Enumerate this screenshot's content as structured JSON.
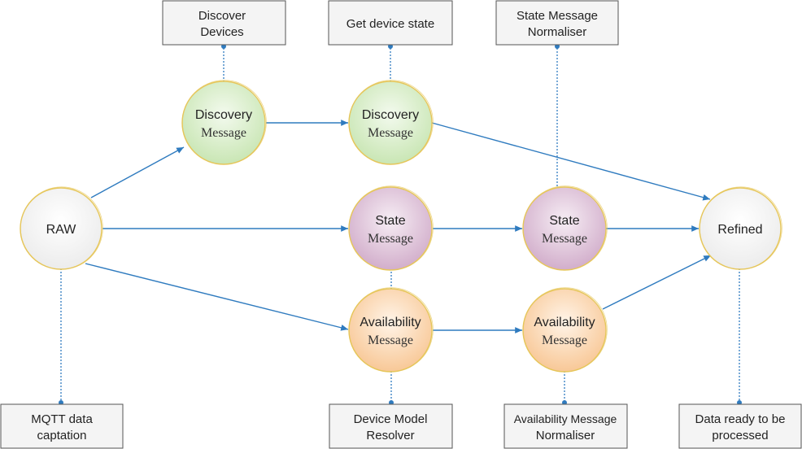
{
  "nodes": {
    "raw": {
      "label": "RAW"
    },
    "discovery_message_1": {
      "line1": "Discovery",
      "line2": "Message"
    },
    "discovery_message_2": {
      "line1": "Discovery",
      "line2": "Message"
    },
    "state_message_1": {
      "line1": "State",
      "line2": "Message"
    },
    "state_message_2": {
      "line1": "State",
      "line2": "Message"
    },
    "availability_message_1": {
      "line1": "Availability",
      "line2": "Message"
    },
    "availability_message_2": {
      "line1": "Availability",
      "line2": "Message"
    },
    "refined": {
      "label": "Refined"
    }
  },
  "boxes": {
    "discover_devices": {
      "line1": "Discover",
      "line2": "Devices"
    },
    "get_device_state": {
      "line1": "Get device state"
    },
    "state_message_normaliser": {
      "line1": "State Message",
      "line2": "Normaliser"
    },
    "mqtt_data_captation": {
      "line1": "MQTT data",
      "line2": "captation"
    },
    "device_model_resolver": {
      "line1": "Device Model",
      "line2": "Resolver"
    },
    "availability_message_normaliser": {
      "line1": "Availability Message",
      "line2": "Normaliser"
    },
    "data_ready_to_be_processed": {
      "line1": "Data ready to be",
      "line2": "processed"
    }
  },
  "colors": {
    "arrow": "#2f7bbf",
    "node_outline": "#e6c65a",
    "box_fill": "#f4f4f4",
    "box_border": "#555555",
    "green_fill": "#d5ecc4",
    "purple_fill": "#dcbcd6",
    "orange_fill": "#fad3aa",
    "white_fill": "#f5f5f5"
  }
}
